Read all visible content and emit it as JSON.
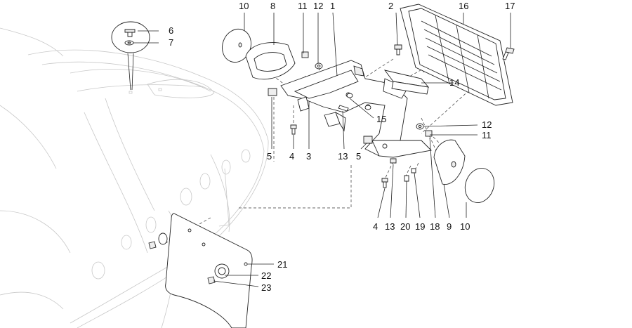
{
  "callouts": [
    {
      "id": "c10a",
      "label": "10"
    },
    {
      "id": "c8",
      "label": "8"
    },
    {
      "id": "c11a",
      "label": "11"
    },
    {
      "id": "c12a",
      "label": "12"
    },
    {
      "id": "c1",
      "label": "1"
    },
    {
      "id": "c2",
      "label": "2"
    },
    {
      "id": "c16",
      "label": "16"
    },
    {
      "id": "c17",
      "label": "17"
    },
    {
      "id": "c6",
      "label": "6"
    },
    {
      "id": "c7",
      "label": "7"
    },
    {
      "id": "c14",
      "label": "14"
    },
    {
      "id": "c15",
      "label": "15"
    },
    {
      "id": "c12b",
      "label": "12"
    },
    {
      "id": "c11b",
      "label": "11"
    },
    {
      "id": "c5a",
      "label": "5"
    },
    {
      "id": "c4a",
      "label": "4"
    },
    {
      "id": "c3",
      "label": "3"
    },
    {
      "id": "c13a",
      "label": "13"
    },
    {
      "id": "c5b",
      "label": "5"
    },
    {
      "id": "c4b",
      "label": "4"
    },
    {
      "id": "c13b",
      "label": "13"
    },
    {
      "id": "c20",
      "label": "20"
    },
    {
      "id": "c19",
      "label": "19"
    },
    {
      "id": "c18",
      "label": "18"
    },
    {
      "id": "c9",
      "label": "9"
    },
    {
      "id": "c10b",
      "label": "10"
    },
    {
      "id": "c21",
      "label": "21"
    },
    {
      "id": "c22",
      "label": "22"
    },
    {
      "id": "c23",
      "label": "23"
    }
  ]
}
